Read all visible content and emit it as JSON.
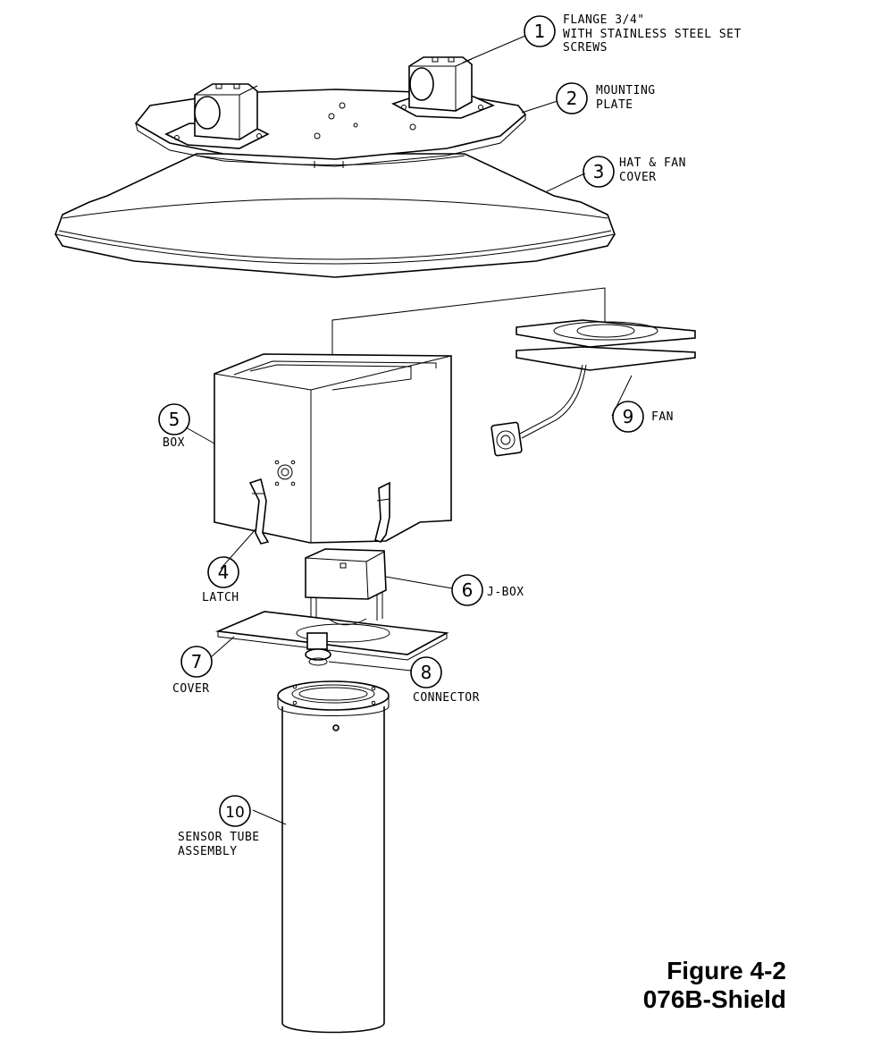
{
  "figure": {
    "title": "Figure 4-2",
    "subtitle": "076B-Shield"
  },
  "callouts": [
    {
      "number": "1",
      "label_lines": [
        "FLANGE 3/4\"",
        "WITH STAINLESS STEEL SET",
        "SCREWS"
      ]
    },
    {
      "number": "2",
      "label_lines": [
        "MOUNTING",
        "PLATE"
      ]
    },
    {
      "number": "3",
      "label_lines": [
        "HAT & FAN",
        "COVER"
      ]
    },
    {
      "number": "4",
      "label_lines": [
        "LATCH"
      ]
    },
    {
      "number": "5",
      "label_lines": [
        "BOX"
      ]
    },
    {
      "number": "6",
      "label_lines": [
        "J-BOX"
      ]
    },
    {
      "number": "7",
      "label_lines": [
        "COVER"
      ]
    },
    {
      "number": "8",
      "label_lines": [
        "CONNECTOR"
      ]
    },
    {
      "number": "9",
      "label_lines": [
        "FAN"
      ]
    },
    {
      "number": "10",
      "label_lines": [
        "SENSOR TUBE",
        "ASSEMBLY"
      ]
    }
  ]
}
